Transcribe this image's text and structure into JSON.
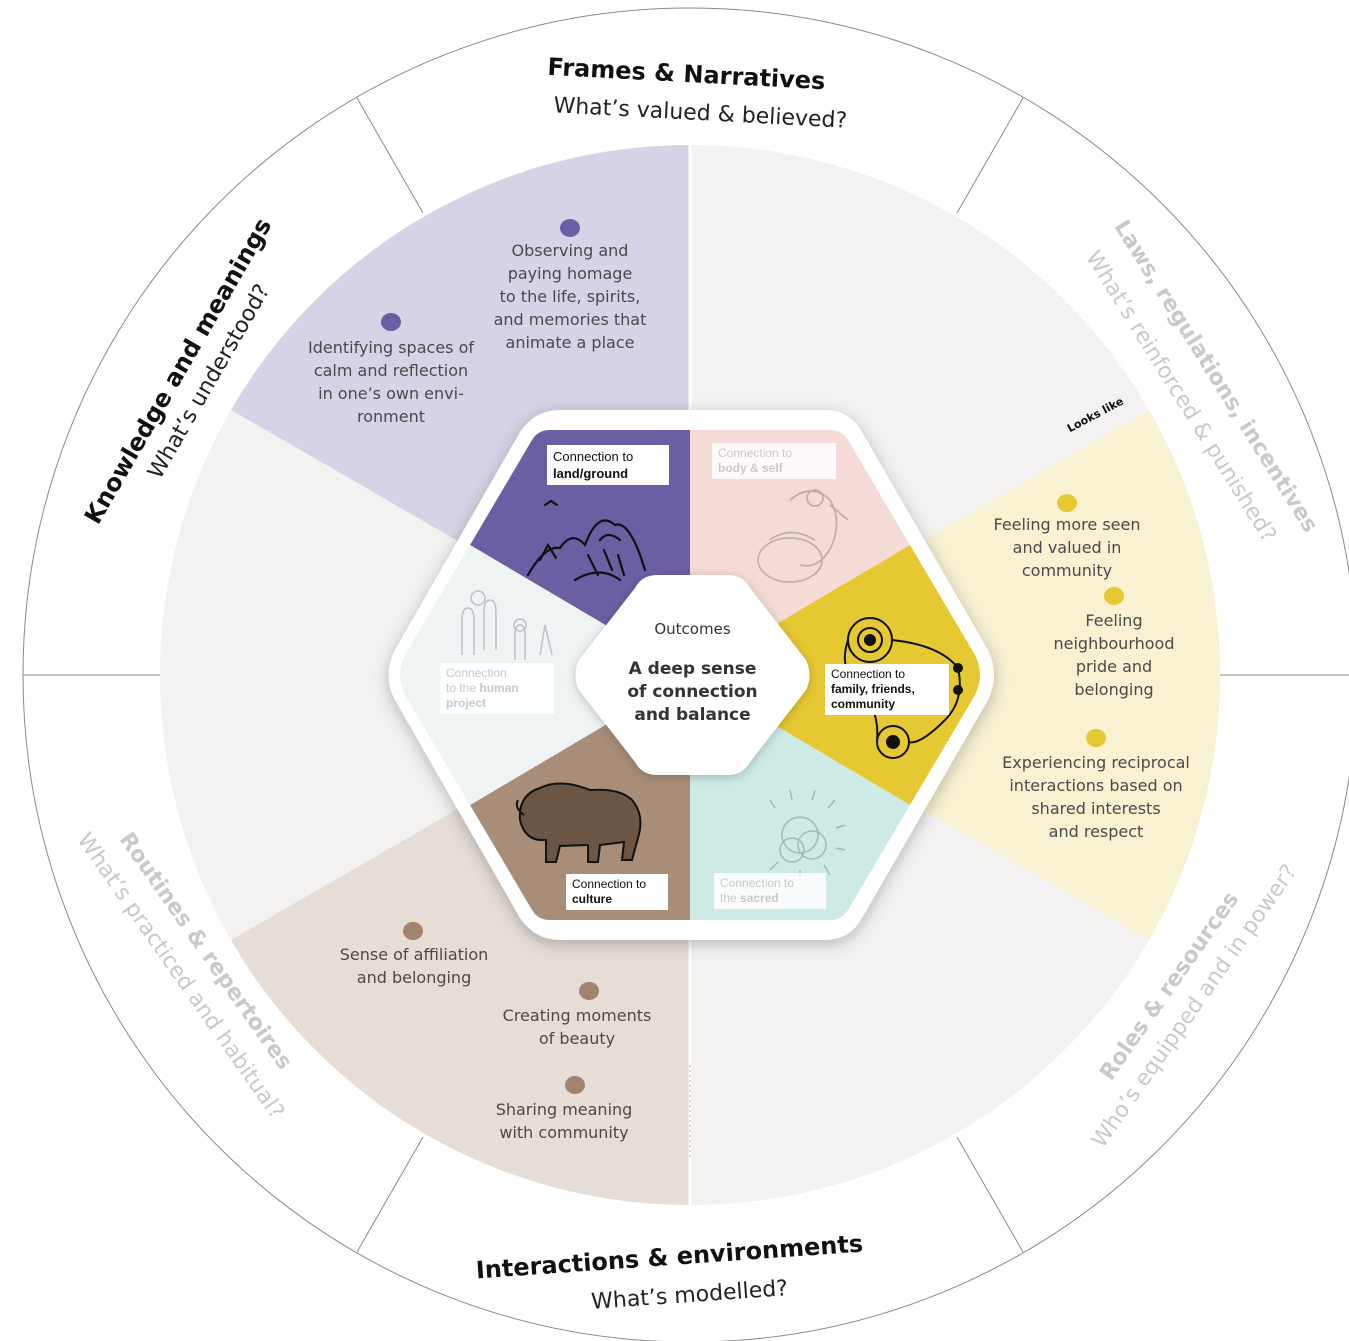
{
  "outer_labels": {
    "frames": {
      "title": "Frames & Narratives",
      "question": "What’s valued & believed?"
    },
    "laws": {
      "title": "Laws, regulations, incentives",
      "question": "What’s reinforced & punished?"
    },
    "roles": {
      "title": "Roles & resources",
      "question": "Who’s equipped and in power?"
    },
    "interactions": {
      "title": "Interactions & environments",
      "question": "What’s modelled?"
    },
    "routines": {
      "title": "Routines & repertoires",
      "question": "What’s practiced and habitual?"
    },
    "knowledge": {
      "title": "Knowledge and meanings",
      "question": "What’s understood?"
    }
  },
  "looks_like": "Looks like",
  "outcomes": {
    "label": "Outcomes",
    "line1": "A deep sense",
    "line2": "of connection",
    "line3": "and balance"
  },
  "connections": {
    "land": {
      "prefix": "Connection to",
      "name": "land/ground"
    },
    "body": {
      "prefix": "Connection to",
      "name": "body & self"
    },
    "family": {
      "prefix": "Connection to",
      "name_line1": "family, friends,",
      "name_line2": "community"
    },
    "sacred": {
      "prefix": "Connection to",
      "pre": "the",
      "name": "sacred"
    },
    "culture": {
      "prefix": "Connection to",
      "name": "culture"
    },
    "human": {
      "prefix": "Connection",
      "pre": "to the",
      "name_line1": "human",
      "name_line2": "project"
    }
  },
  "purple_items": [
    {
      "lines": [
        "Observing and",
        "paying homage",
        "to the life, spirits,",
        "and memories that",
        "animate a place"
      ]
    },
    {
      "lines": [
        "Identifying spaces of",
        "calm and reflection",
        "in one’s own envi-",
        "ronment"
      ]
    }
  ],
  "yellow_items": [
    {
      "lines": [
        "Feeling more seen",
        "and valued in",
        "community"
      ]
    },
    {
      "lines": [
        "Feeling",
        "neighbourhood",
        "pride and",
        "belonging"
      ]
    },
    {
      "lines": [
        "Experiencing reciprocal",
        "interactions based on",
        "shared interests",
        "and respect"
      ]
    }
  ],
  "brown_items": [
    {
      "lines": [
        "Sense of  affiliation",
        "and belonging"
      ]
    },
    {
      "lines": [
        "Creating moments",
        "of beauty"
      ]
    },
    {
      "lines": [
        "Sharing meaning",
        "with community"
      ]
    }
  ],
  "colors": {
    "purple_sector": "#d6d3e6",
    "purple_hex": "#6c5ea3",
    "yellow_sector": "#f8f1d2",
    "yellow_hex": "#e6c832",
    "brown_sector": "#e6ddd6",
    "brown_hex": "#a88e79",
    "pink_hex": "#f5dbd6",
    "mint_hex": "#cdeae6",
    "grey_sector": "#f3f2f1",
    "dot_purple": "#6c5ea3",
    "dot_yellow": "#e6c832",
    "dot_brown": "#a2846e"
  },
  "icons": {
    "land": "mountains-icon",
    "body": "seated-figure-icon",
    "family": "network-circles-icon",
    "sacred": "radiant-knot-icon",
    "culture": "bison-icon",
    "human": "people-icon"
  }
}
